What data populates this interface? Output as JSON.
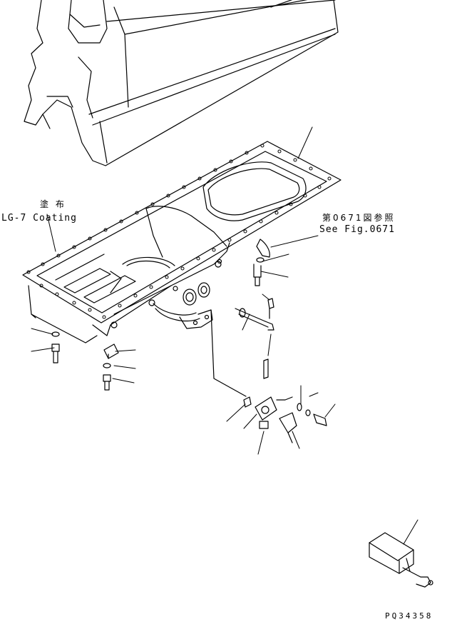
{
  "labels": {
    "coating_jp": "塗 布",
    "coating_en": "LG-7 Coating",
    "ref_jp": "第0671図参照",
    "ref_en": "See Fig.0671",
    "figure_code": "PQ34358"
  },
  "colors": {
    "line": "#000000",
    "background": "#ffffff"
  }
}
